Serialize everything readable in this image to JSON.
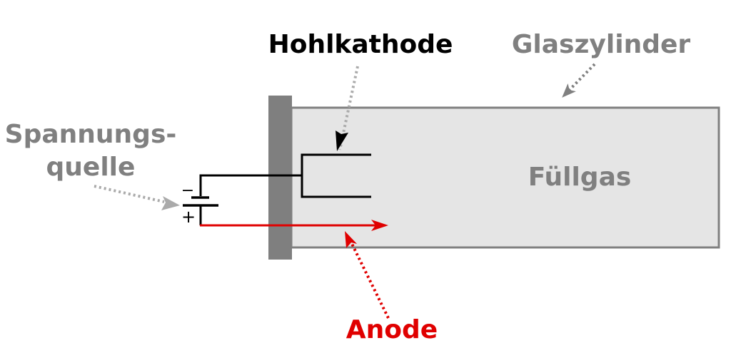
{
  "labels": {
    "hollow_cathode": "Hohlkathode",
    "glass_cylinder": "Glaszylinder",
    "voltage_source_line1": "Spannungs-",
    "voltage_source_line2": "quelle",
    "fill_gas": "Füllgas",
    "anode": "Anode",
    "minus_sign": "−",
    "plus_sign": "+"
  },
  "colors": {
    "black": "#000000",
    "gray_label": "#808080",
    "light_gray_arrow": "#aaaaaa",
    "cylinder_fill": "#e5e5e5",
    "cylinder_stroke": "#808080",
    "end_plate": "#7f7f7f",
    "anode_red": "#e00000"
  }
}
